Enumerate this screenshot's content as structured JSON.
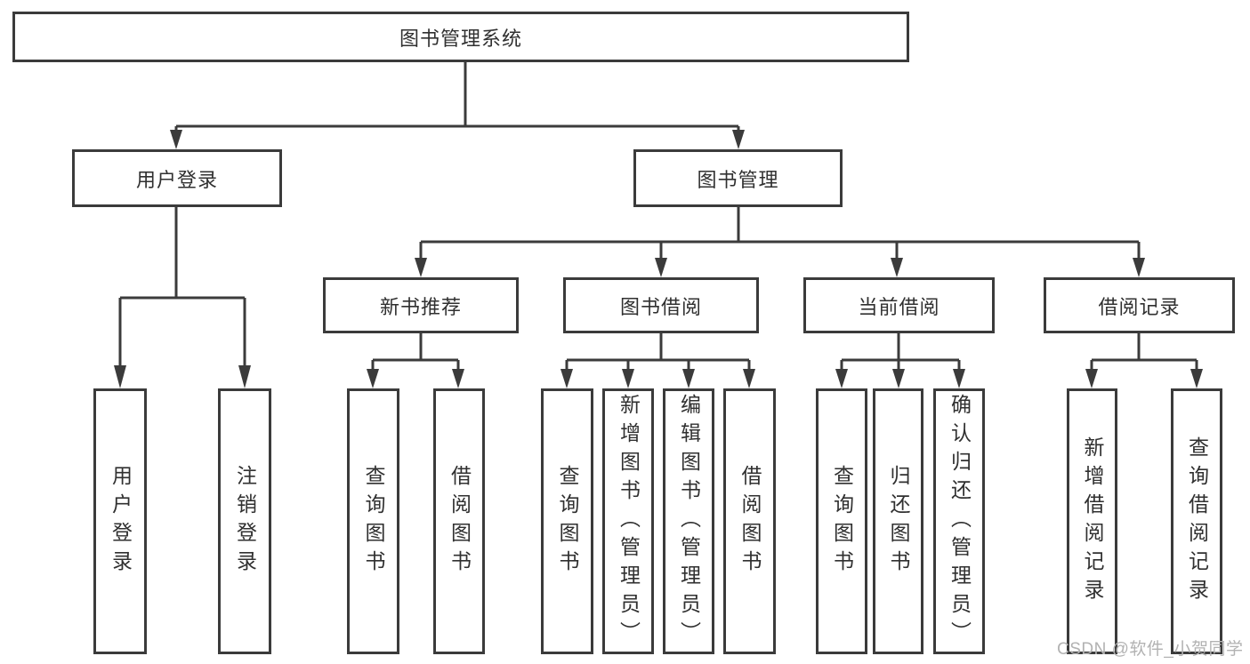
{
  "nodes": {
    "root": "图书管理系统",
    "branches": [
      "用户登录",
      "图书管理"
    ],
    "modules": [
      "新书推荐",
      "图书借阅",
      "当前借阅",
      "借阅记录"
    ],
    "leaves": [
      "用户登录",
      "注销登录",
      "查询图书",
      "借阅图书",
      "查询图书",
      "新增图书（管理员）",
      "编辑图书（管理员）",
      "借阅图书",
      "查询图书",
      "归还图书",
      "确认归还（管理员）",
      "新增借阅记录",
      "查询借阅记录"
    ]
  },
  "watermark": "CSDN @软件_小贺同学",
  "colors": {
    "line": "#3b3b3b",
    "text": "#303030",
    "watermark": "#b2b2b2",
    "background": "#ffffff"
  }
}
